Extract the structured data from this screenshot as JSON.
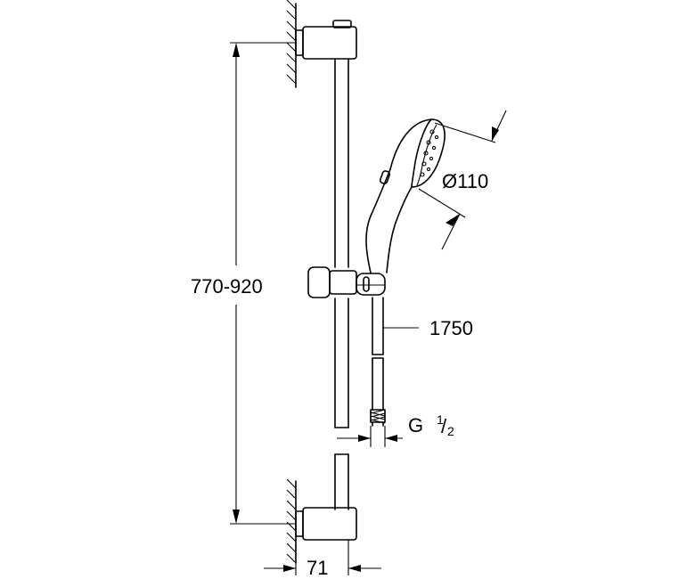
{
  "dimensions": {
    "height_range": "770-920",
    "head_diameter": "Ø110",
    "hose_length": "1750",
    "thread_main": "G",
    "thread_num": "1",
    "thread_slash": "/",
    "thread_den": "2",
    "wall_distance": "71"
  }
}
